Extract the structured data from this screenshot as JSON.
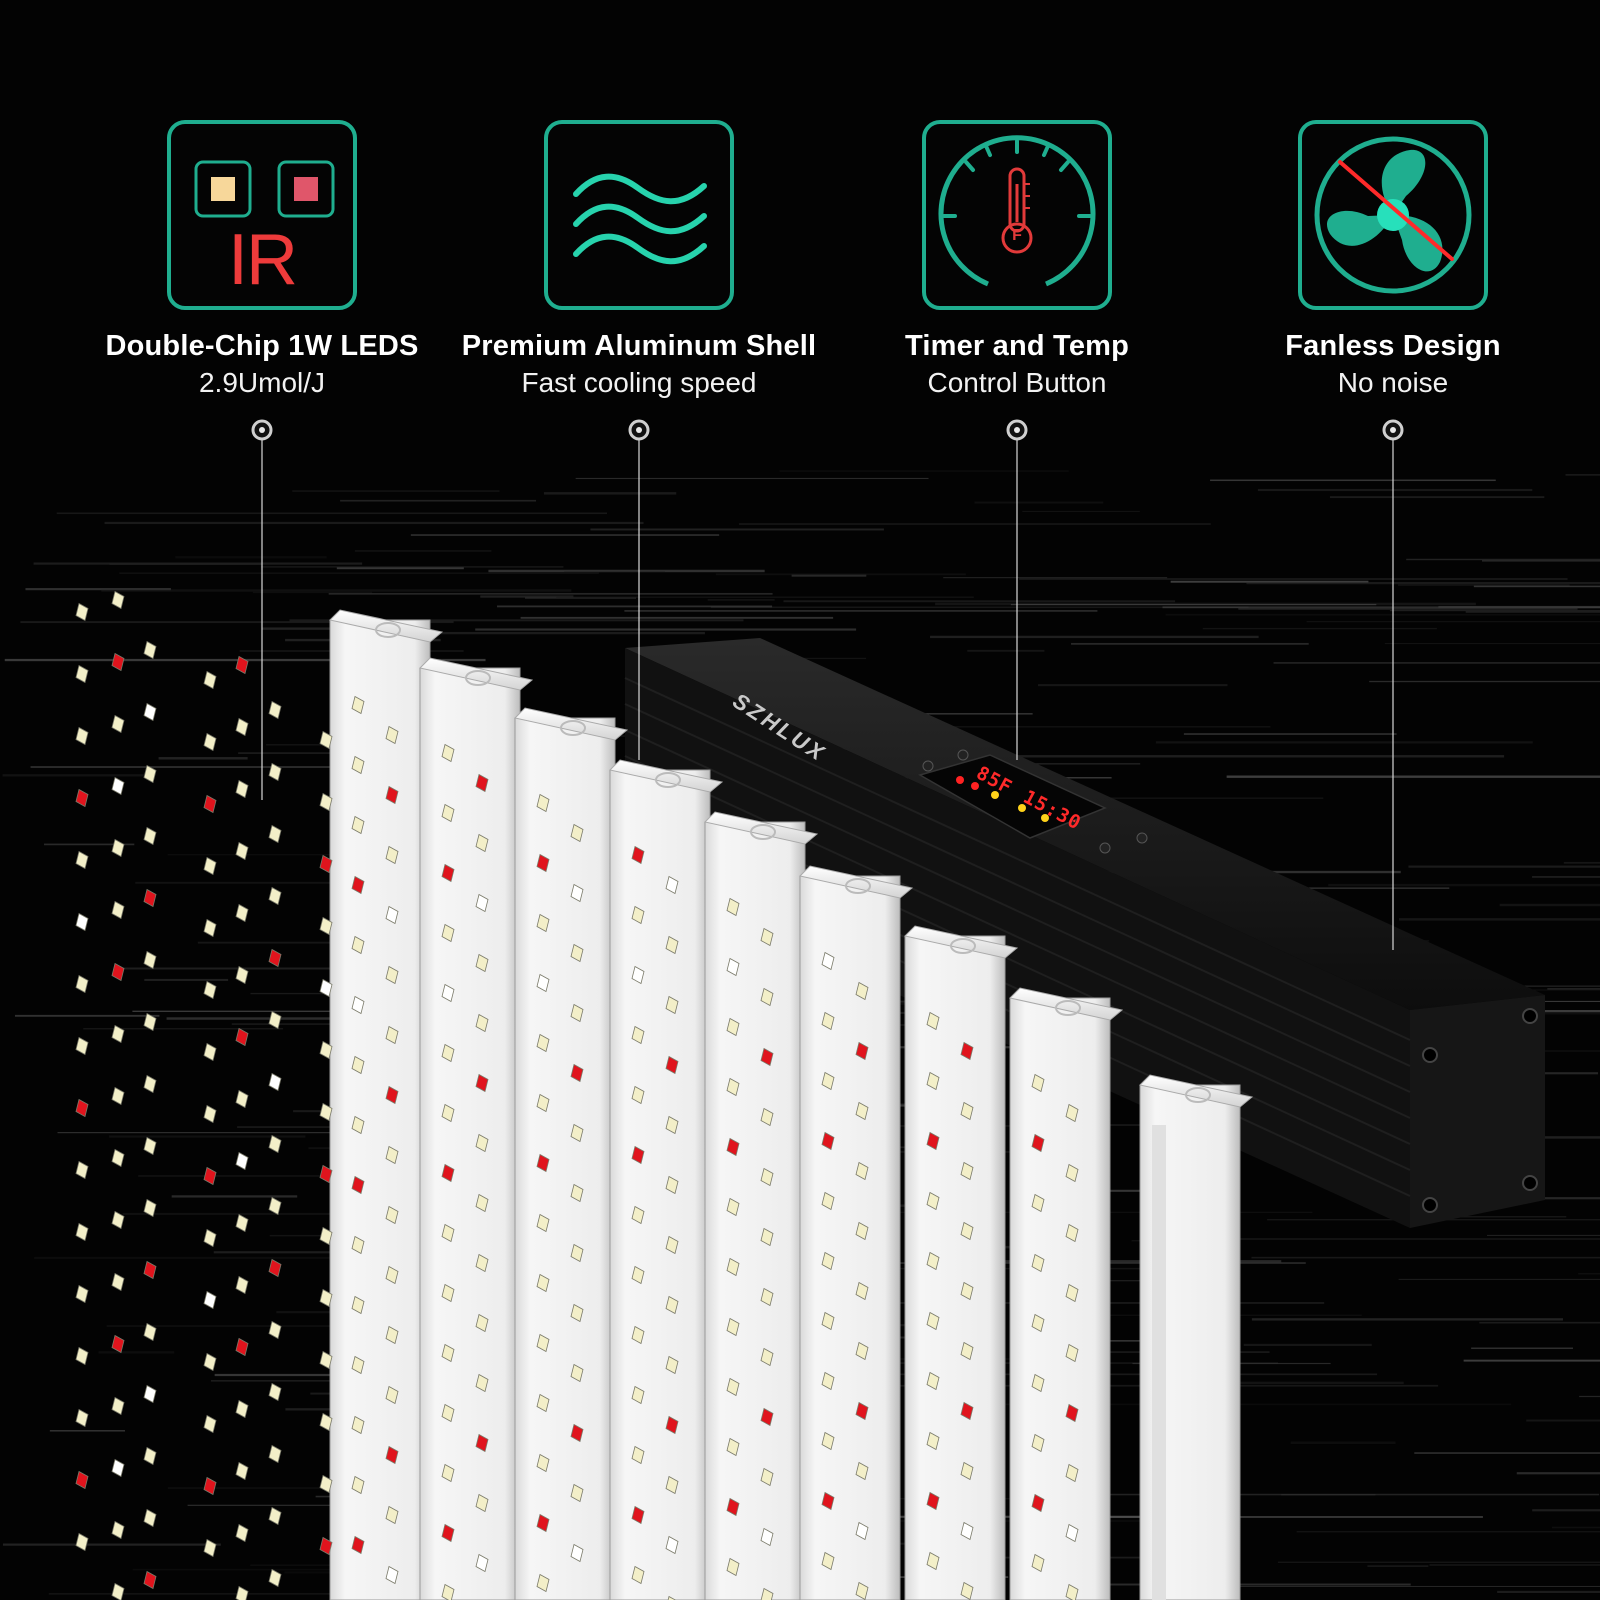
{
  "features": [
    {
      "id": "double-chip",
      "title": "Double-Chip 1W LEDS",
      "subtitle": "2.9Umol/J",
      "icon": "dual-chip-ir-icon",
      "icon_text": "IR"
    },
    {
      "id": "aluminum-shell",
      "title": "Premium Aluminum Shell",
      "subtitle": "Fast cooling speed",
      "icon": "heat-waves-icon"
    },
    {
      "id": "timer-temp",
      "title": "Timer and Temp",
      "subtitle": "Control Button",
      "icon": "thermometer-gauge-icon",
      "icon_text": "F"
    },
    {
      "id": "fanless",
      "title": "Fanless Design",
      "subtitle": "No noise",
      "icon": "no-fan-icon"
    }
  ],
  "product": {
    "brand": "SZHLUX",
    "display_temp": "85F",
    "display_time": "15:30"
  },
  "colors": {
    "accent": "#1fae8f",
    "accent_light": "#27d3ad",
    "ir_red": "#ee3b3b",
    "led_warm": "#f3efc8",
    "led_white": "#ffffff",
    "led_red": "#e0141d",
    "background": "#030303"
  }
}
